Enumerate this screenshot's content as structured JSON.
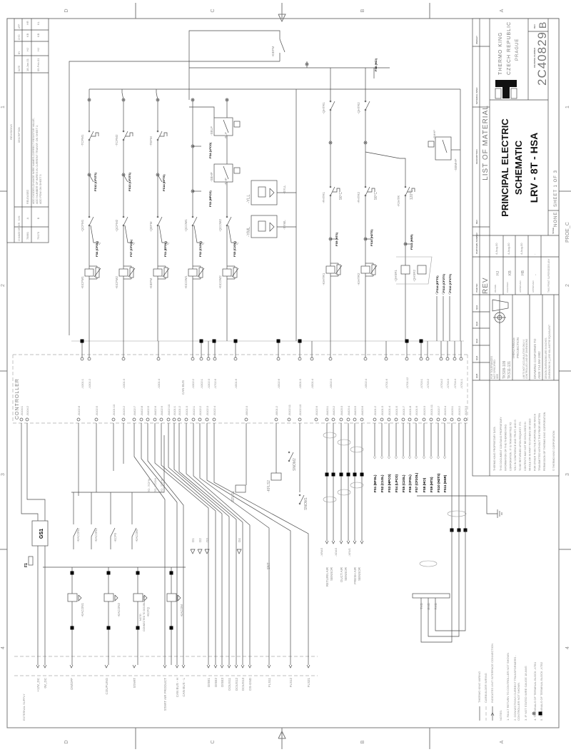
{
  "frame": {
    "zones": [
      "D",
      "C",
      "B",
      "A"
    ],
    "rows": [
      "1",
      "2",
      "3",
      "4"
    ],
    "corner_tag": "PROE_C"
  },
  "revisions": {
    "title": "REVISIONS",
    "headers": [
      "CHANGE ORDER",
      "SYM",
      "DESCRIPTION",
      "DATE",
      "BY",
      "CH'D",
      "APP"
    ],
    "rows": [
      {
        "order": "78881",
        "sym": "A",
        "description": [
          "RELEASED"
        ],
        "date": "18-Jan-01",
        "by": "HJ",
        "chd": "KB",
        "app": "HR"
      },
      {
        "order": "79170",
        "sym": "B",
        "description": [
          "ADD DIODES,CHANGE WIRE NAMES,CORRECT RESISTOR VALUE,",
          "ADD NUMBER OF WIRES IN CURRENT TRANSF. ON SHEET 2,",
          "ADD PDW ON SHEET 3"
        ],
        "date": "05-Feb-01",
        "by": "HJ",
        "chd": "KB",
        "app": "KL"
      }
    ]
  },
  "title_block": {
    "list_headers": [
      "WEIGHT",
      "MATERIAL SPEC",
      "DESCRIPTION",
      "REV",
      "PART/DWG NUMBER",
      "ITEM NO",
      "QQ1",
      "QQ2",
      "QQ3",
      "QQ4",
      "QQ5"
    ],
    "list_title": "LIST OF MATERIAL",
    "title_lines": [
      "PRINCIPAL ELECTRIC",
      "SCHEMATIC",
      "LRV - 8T - HSA"
    ],
    "company": [
      "THERMO KING",
      "CZECH REPUBLIC",
      "PRAGUE"
    ],
    "drawing_number_label": "DRAWING NUMBER",
    "drawing_number": "2C40829",
    "rev_label": "REV",
    "rev": "B",
    "scale_label": "SCALE",
    "scale": "NONE",
    "sheet": "SHEET 1 OF 3",
    "rev_box": "REV",
    "approvals": [
      {
        "role": "DRAWN",
        "name": "HJ",
        "date": "4-Aug-00"
      },
      {
        "role": "CHECKED",
        "name": "KB",
        "date": "4-Aug-00"
      },
      {
        "role": "APPROVED",
        "name": "HB",
        "date": "4-Aug-00"
      },
      {
        "role": "APPROVED",
        "name": "-",
        "date": "-"
      }
    ],
    "supersedes": "THIS PRINT SUPERSEDES ANY",
    "tolerances": [
      "FOR TOLERANCES",
      "NOT SPECIFIED",
      "SEE"
    ],
    "standards": [
      "TKS09-109",
      "TKS11-131"
    ],
    "projection": [
      "THIRD ANGLE",
      "PROJECTION"
    ],
    "limits": [
      "LIMITS NOT ACCUMULATIVE ONLY #",
      "CONTROLLED LINE OF DIMENSIONS"
    ],
    "conforms": [
      "DRAWING CONFORMS TO",
      "ANSI Y14.5M-1982"
    ],
    "dimensions": [
      "DESIGN DIMENSIONS ARE IN INCHES",
      "DIMENSIONS IN [ ] ARE MILLIMETRE EQUIVALENT"
    ],
    "proprietary": [
      "THERMO KING PROPRIETARY DATA",
      "THIS DOCUMENT CONTAINS PROPRIETARY",
      "INFORMATION OF THE THERMO KING",
      "CORPORATION.  IT IS TRANSMITTED TO",
      "YOU IN CONFIDENCE AND TRUST, AND IS",
      "TO BE RETURNED UPON REQUEST.  ITS",
      "CONTENTS MAY NOT BE DISCLOSED IN",
      "WHOLE OR IN PART TO OTHERS OR USED",
      "FOR OTHER THAN THE PURPOSE FOR WHICH",
      "TRANSMITTED WITHOUT THE PRIOR WRITTEN",
      "PERMISSION OF THERMO KING CORPORATION.",
      "© THERMO KING CORPORATION"
    ]
  },
  "notes": {
    "legend": [
      "THERMO KING WIRING",
      "CARBUILDER WIRING",
      "INDICATES UNIT INTERFACE CONNECTION"
    ],
    "title": "NOTES:",
    "items": [
      "1. FAULT RETURN TO CONTROLLER NOT SHOWN",
      "2. CONNECTIONS CURRENT TRANSFORMERS -",
      "    CONTROLLER NOT SHOWN",
      "3. IF NOT STATED WIRE GAUGE 18 AWG",
      "4.      TERMINALS OF TERMINAL BLOCK -XTB1",
      "5.      TERMINALS OF TERMINAL BLOCK -XTB2"
    ]
  },
  "controller": {
    "label": "CONTROLLER",
    "can_bus": "CAN BUS",
    "x_pins": [
      "-X301:1",
      "-X301:2",
      "-X301:3",
      "-X301:4",
      "-X302:2",
      "-X302:1",
      "-X302:3",
      "-X702:6",
      "-X501:6",
      "-X502:6",
      "-X501:5",
      "-X501:4",
      "-X502:3",
      "-X502:4",
      "-X701:6",
      "-X701:12",
      "-X703:1",
      "-X703:2",
      "-X704:2",
      "-X704:3",
      "-X704:4",
      "-X701:1"
    ],
    "b_pins": [
      "-B104:1",
      "-B104:2",
      "-B102:8",
      "-B102:5",
      "-B101:10",
      "-B103:2",
      "-B402:7",
      "-B402:8",
      "-B402:5",
      "-B402:6",
      "-B402:9",
      "-B402:10",
      "-B101:1",
      "-B101:2",
      "-B101:3",
      "-B102:1",
      "-B102:2",
      "-B102:3",
      "-B102:4",
      "-B502:3",
      "-B501:2",
      "-B102:11",
      "-B102:10",
      "-B102:9",
      "-B403:1",
      "-B403:2",
      "-B403:3",
      "-B403:4",
      "-B403:5",
      "-B403:6",
      "-B101:2",
      "-B101:3",
      "-B101:4",
      "-B101:5",
      "-B101:7",
      "-B101:8",
      "-B101:9",
      "-B103:3",
      "-B101:11",
      "-B102:7",
      "-B103:4",
      "-B103:1",
      "-B103:2",
      "-B103:3"
    ]
  },
  "upper": {
    "coils": [
      "-KICFM1",
      "-KICFM2",
      "-KIEFM",
      "-KICOM1",
      "-KICOM2"
    ],
    "breakers": [
      "-QCFM1",
      "-QCFM2",
      "-QEFM",
      "-QCOM1",
      "-QCOM2"
    ],
    "thermals": [
      "-TCFM1",
      "-TCFM2",
      "-TEFM"
    ],
    "breaker_fuses": [
      "FS6 (CFOL)",
      "FS7 (CF2OL)",
      "FS1 (EFOL)",
      "FS2 (C1OL)",
      "FS5 (C2OL)"
    ],
    "thermal_fuses": [
      "FS12 (CF1TS)",
      "FS13 (CF2TS)",
      "FS14 (EFTS)"
    ],
    "pressure": [
      "-SBLP",
      "-BLP",
      "-SBHP",
      "-BHP"
    ],
    "pressure_fuses": [
      "FS4 (LPCO)",
      "FS3 (HPCO)"
    ],
    "valves": [
      "-YLL",
      "-YML",
      "-SYLL",
      "-SYML"
    ],
    "top_relay": "-KIEFM",
    "top_fuse": "FS8 (HCI)",
    "heater_breakers": [
      "-QHTR1",
      "-QHTR2"
    ],
    "heater_thermals": [
      "-FHTR1",
      "-FHTR2",
      "-F2HTR"
    ],
    "heater_temps": [
      "90°C",
      "90°C",
      "120°C"
    ],
    "heater_coils": [
      "-KIHTR1",
      "-KIHTR2",
      "-QHSR1",
      "-QHSR2"
    ],
    "heater_fuses": [
      "FS9 (HTS)",
      "FS10 (H2TS)",
      "FS11 (HSR)"
    ],
    "bmhp": [
      "-SBMHP",
      "-BMHP"
    ],
    "right_fuses": [
      "FS14 (EFTS)",
      "FS13 (CF2TS)",
      "FS12 (CF1TS)"
    ]
  },
  "lower": {
    "supply_label": "EXTERNAL SUPPLY",
    "connectors": [
      "+12V_DC",
      "0V_DC",
      "ON/OFF",
      "COUPLING",
      "START",
      "START AIR PRODUCT",
      "CAN BUS - H",
      "CAN BUS - L",
      "DISE1",
      "DISE2",
      "DISE3",
      "DOUS11",
      "DOUS12",
      "DOUS13",
      "DS-GND",
      "FLS11",
      "FLS12",
      "FLS21"
    ],
    "contacts": [
      "-KACON1",
      "-KACON2",
      "-KCF0",
      "-KACOM"
    ],
    "coils": [
      "-KACON1",
      "-KACON2",
      "-KCFQ",
      "-KACOM"
    ],
    "gs": "GS1",
    "fuse": "F1",
    "note": [
      "NOTE:",
      "CONNECTED TO DOUBLE-PIN"
    ],
    "to_labels": [
      "TO -TCFM",
      "TO -TCOM",
      "TO -TEFM"
    ],
    "diodes": [
      "D1",
      "D2",
      "D3",
      "D4"
    ],
    "float_relays": [
      "-KFLS1",
      "-KFLS2"
    ],
    "switches": [
      "SNOM1",
      "SNOM2",
      "-SNT"
    ],
    "sensors": [
      [
        "RETURN AIR",
        "SENSOR"
      ],
      [
        "DUCT AIR",
        "SENSOR"
      ],
      [
        "FRESH AIR",
        "SENSOR"
      ]
    ],
    "sensor_connectors": [
      "-XRAS",
      "-XDAS",
      "-XFAS"
    ],
    "fuse_list": [
      "FS1 (EFOL)",
      "FS2 (C1OL)",
      "FS3 (HPCO)",
      "FS4 (LPCO)",
      "FS5 (C2OL)",
      "FS6 (CFOL)",
      "FS7 (CF2OL)",
      "FS8 (HCI)",
      "FS9 (HTS)",
      "FS10 (H2TS)",
      "FS11 (HSR)"
    ],
    "serial": [
      "TXD",
      "GND",
      "RXD"
    ]
  }
}
